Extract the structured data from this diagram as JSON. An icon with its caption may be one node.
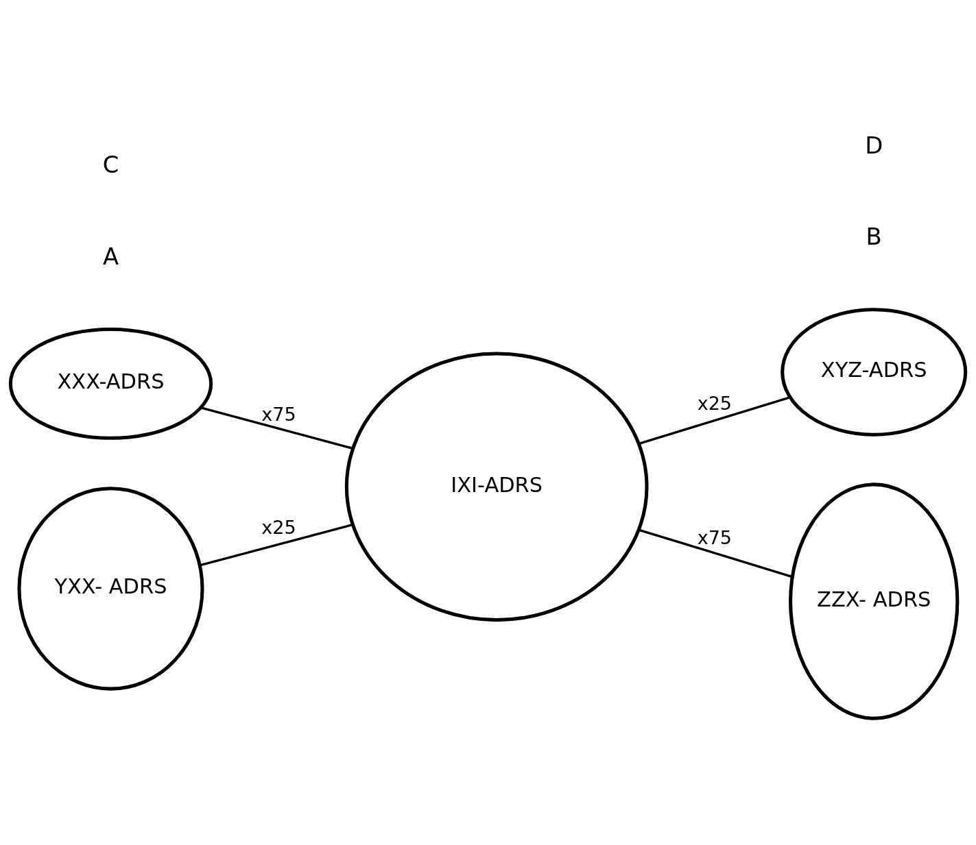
{
  "diagram": {
    "nodes": [
      {
        "text": [
          "XXX-ADRS"
        ]
      },
      {
        "text": [
          "XYZ-ADRS"
        ]
      },
      {
        "text": [
          "IXI-ADRS"
        ]
      },
      {
        "text": [
          "YXX- ADRS"
        ]
      },
      {
        "text": [
          "ZZX- ADRS"
        ]
      }
    ],
    "edges": [
      {
        "from": 0,
        "to": 2,
        "arrow": "none",
        "label": "x75"
      },
      {
        "from": 2,
        "to": 1,
        "arrow": "none",
        "label": "x25"
      },
      {
        "from": 2,
        "to": 4,
        "arrow": "none",
        "label": "x75"
      },
      {
        "from": 3,
        "to": 2,
        "arrow": "none",
        "label": "x25"
      }
    ],
    "labels": [
      "A",
      "B",
      "C",
      "D"
    ]
  }
}
